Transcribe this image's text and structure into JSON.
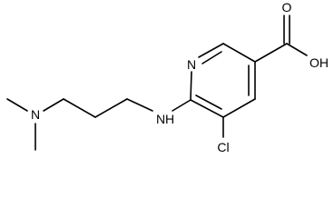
{
  "molecule": {
    "labels": {
      "n_ring": "N",
      "nh": "N",
      "nh_h": "H",
      "nme2": "N",
      "cl": "Cl",
      "carbonyl_o": "O",
      "hydroxyl": "OH"
    }
  }
}
